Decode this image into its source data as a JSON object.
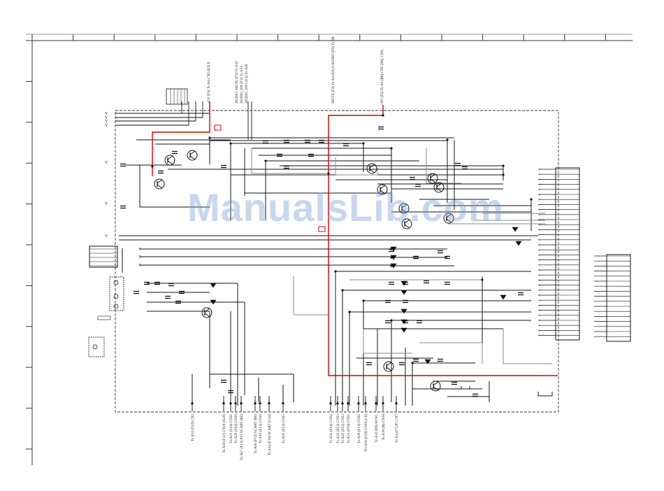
{
  "colors": {
    "wire": "#111111",
    "power_wire": "#d40000",
    "grey_wire": "#8a8a8a",
    "frame": "#333333",
    "watermark": "#78a0d7"
  },
  "watermark": "ManualsLib.com",
  "top_labels": [
    {
      "text": "+5V (F1) To A4-CN2 (E2) 8",
      "color": "red"
    },
    {
      "text": "AUDIO_MUTE (F2) To A32",
      "color": "black"
    },
    {
      "text": "AUDIO_SW (F3) To A31",
      "color": "black"
    },
    {
      "text": "AUDIO_SW2 (F4) To A28",
      "color": "black"
    },
    {
      "text": "MUTE (F2) To A4 (D5) 8 AUDIO (F5) To 1B",
      "color": "black"
    },
    {
      "text": "+9V (F5) To A4 (B6) CN5 (D6) 2 (D)",
      "color": "red"
    }
  ],
  "bottom_labels": [
    "To A32 (F12) CN2",
    "To A20 (F12) CN20 (A20)",
    "To A21 (F10) CN21",
    "To A20 (F10) CN20",
    "To A17 (F13) P15 SCART (B5)",
    "To A18 (F13) SCART (B8)",
    "To A16 (F13) CN16",
    "To A14 (F10) SCART (C14)",
    "To A25 (F12) CN25",
    "To A24 (F14) CN24",
    "To A23 (F13) CN23",
    "To A22 (F12) CN22",
    "To A21 (F10) CN21",
    "To A20 (F13) CN20",
    "TO A19 (F10) CN19 (C8)",
    "To A33 (F8) SYNC",
    "To A18 (B) CN18",
    "To A4 (F7) P5 CN7"
  ]
}
